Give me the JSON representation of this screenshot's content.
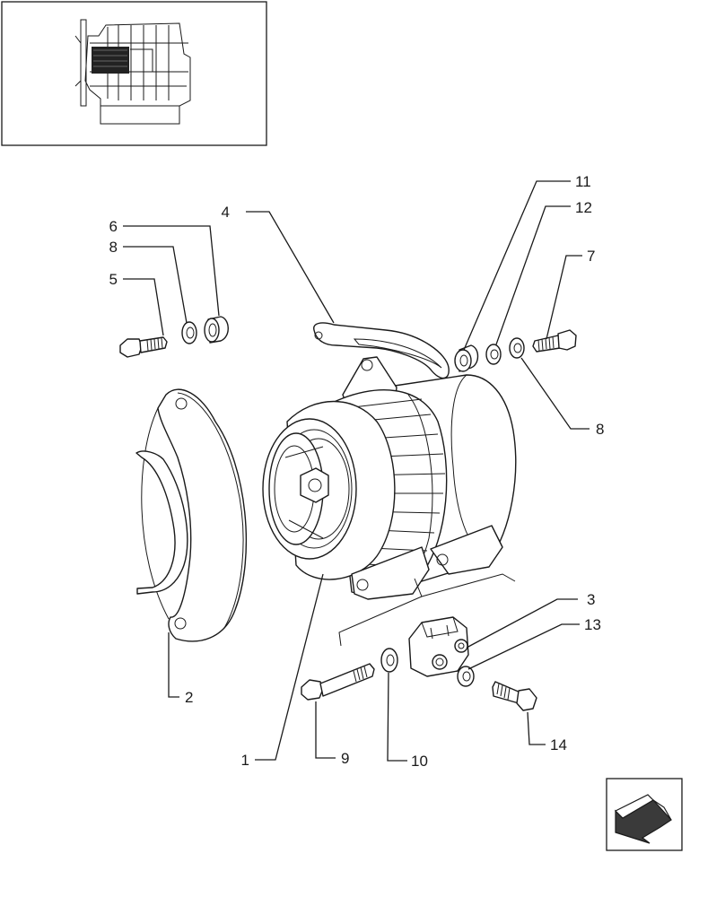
{
  "diagram": {
    "callouts": {
      "c1": "1",
      "c2": "2",
      "c3": "3",
      "c4": "4",
      "c5": "5",
      "c6": "6",
      "c7": "7",
      "c8a": "8",
      "c8b": "8",
      "c9": "9",
      "c10": "10",
      "c11": "11",
      "c12": "12",
      "c13": "13",
      "c14": "14"
    }
  },
  "colors": {
    "ink": "#1a1a1a",
    "paper": "#ffffff",
    "thumbnail_highlight": "#222222",
    "nav_arrow_fill": "#3a3a3a"
  },
  "icons": {
    "thumbnail": "engine-thumbnail-icon",
    "navigation": "back-arrow-icon"
  }
}
